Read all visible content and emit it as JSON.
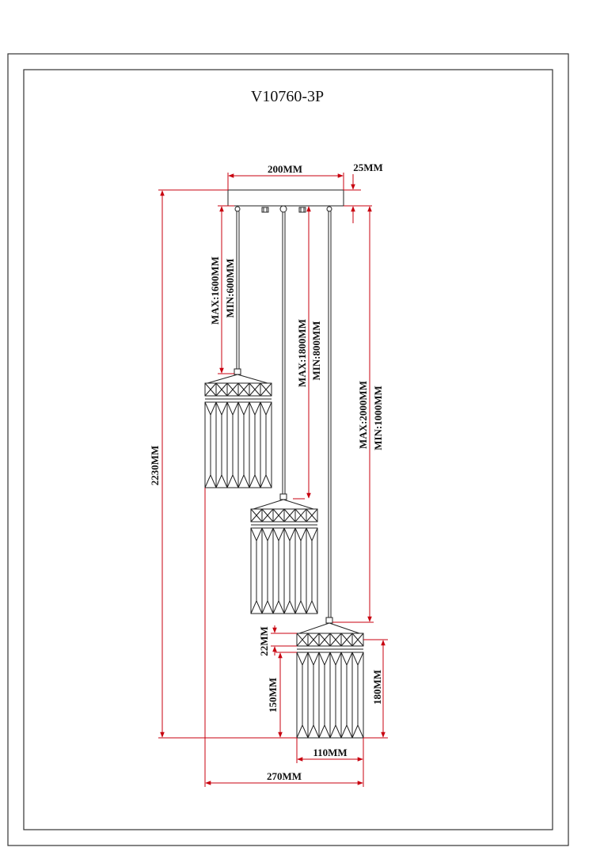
{
  "title": "V10760-3P",
  "colors": {
    "dimension_line": "#c8000f",
    "drawing_line": "#222222",
    "border": "#333333"
  },
  "labels": {
    "canopy_width": "200MM",
    "canopy_height": "25MM",
    "overall_height": "2230MM",
    "pendant1_max": "MAX:1600MM",
    "pendant1_min": "MIN:600MM",
    "pendant2_max": "MAX:1800MM",
    "pendant2_min": "MIN:800MM",
    "pendant3_max": "MAX:2000MM",
    "pendant3_min": "MIN:1000MM",
    "top_ring_height": "22MM",
    "crystal_height": "150MM",
    "shade_height": "180MM",
    "shade_width": "110MM",
    "overall_width": "270MM"
  }
}
